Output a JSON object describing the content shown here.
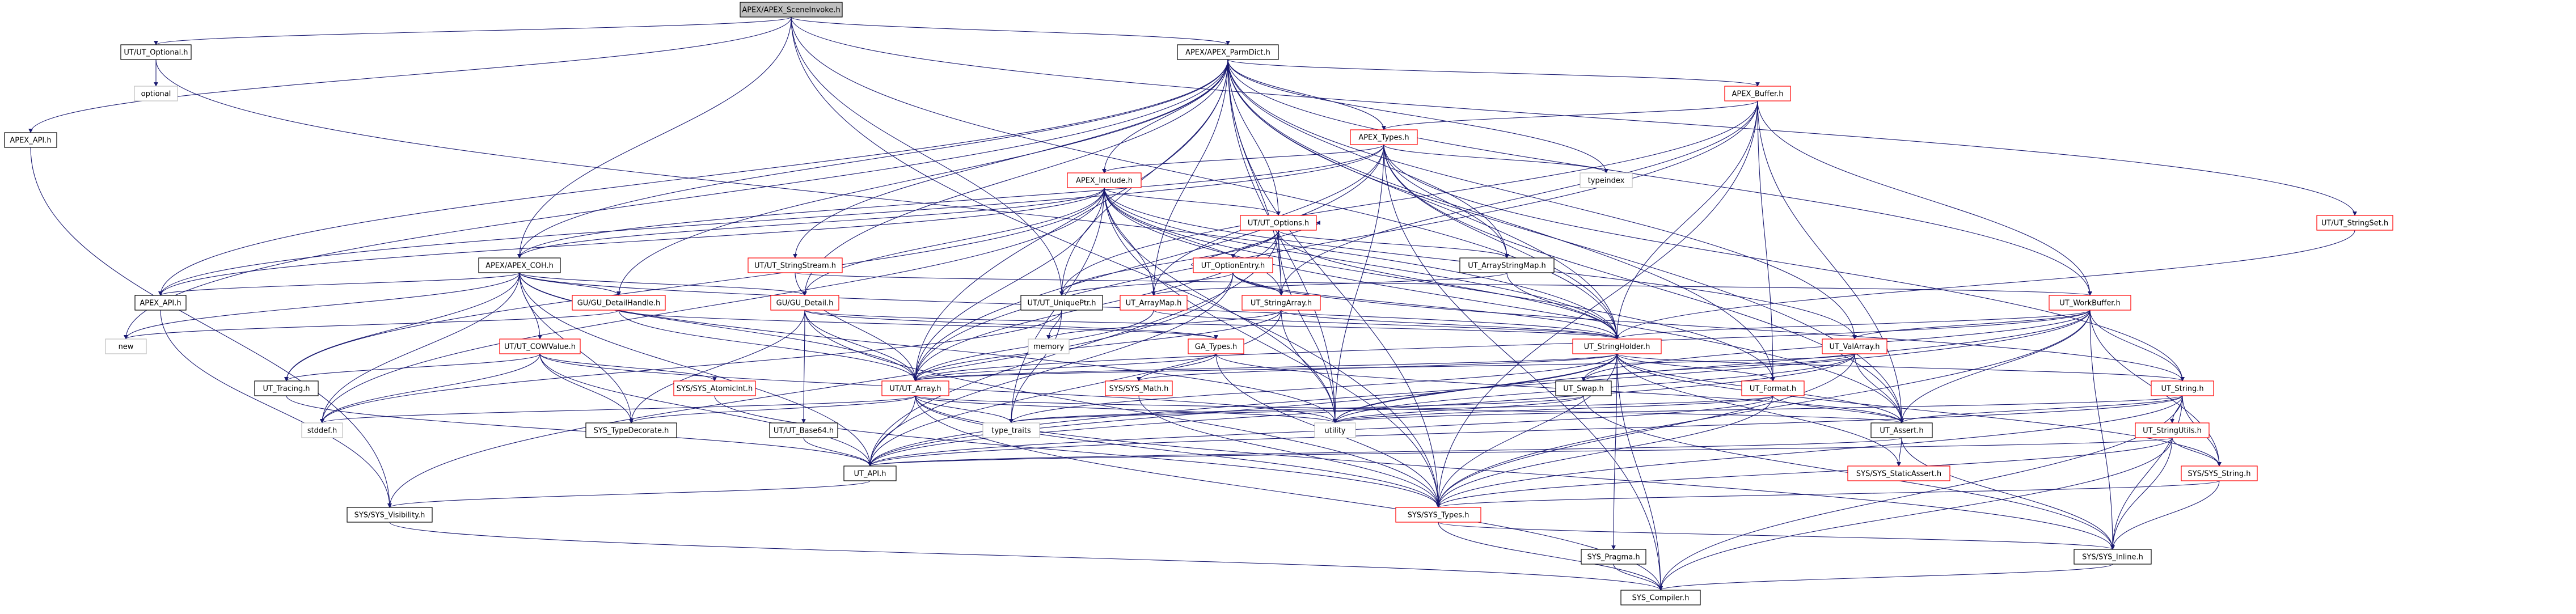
{
  "diagram": {
    "type": "include-dependency-graph",
    "colors": {
      "edge": "#191970",
      "root_fill": "#bfbfbf",
      "node_border_black": "#000000",
      "node_border_red": "#ff0000",
      "node_border_gray": "#bfbfbf",
      "text": "#000000"
    },
    "nodes": [
      {
        "id": "scene",
        "label": "APEX/APEX_SceneInvoke.h",
        "style": "root"
      },
      {
        "id": "apex_api",
        "label": "APEX_API.h",
        "style": "black"
      },
      {
        "id": "ut_optional",
        "label": "UT/UT_Optional.h",
        "style": "black"
      },
      {
        "id": "optional",
        "label": "optional",
        "style": "gray"
      },
      {
        "id": "parmdict",
        "label": "APEX/APEX_ParmDict.h",
        "style": "black"
      },
      {
        "id": "ut_stringset",
        "label": "UT/UT_StringSet.h",
        "style": "red"
      },
      {
        "id": "apex_buffer",
        "label": "APEX_Buffer.h",
        "style": "red"
      },
      {
        "id": "apex_types",
        "label": "APEX_Types.h",
        "style": "red"
      },
      {
        "id": "typeindex",
        "label": "typeindex",
        "style": "gray"
      },
      {
        "id": "apex_include",
        "label": "APEX_Include.h",
        "style": "red"
      },
      {
        "id": "ut_options",
        "label": "UT/UT_Options.h",
        "style": "red"
      },
      {
        "id": "ut_optionentry",
        "label": "UT_OptionEntry.h",
        "style": "red"
      },
      {
        "id": "ut_stringstream",
        "label": "UT/UT_StringStream.h",
        "style": "red"
      },
      {
        "id": "ut_arraystringmap",
        "label": "UT_ArrayStringMap.h",
        "style": "black"
      },
      {
        "id": "apex_coh",
        "label": "APEX/APEX_COH.h",
        "style": "black"
      },
      {
        "id": "apex_api2",
        "label": "APEX_API.h",
        "style": "black"
      },
      {
        "id": "gu_detailhandle",
        "label": "GU/GU_DetailHandle.h",
        "style": "red"
      },
      {
        "id": "gu_detail",
        "label": "GU/GU_Detail.h",
        "style": "red"
      },
      {
        "id": "ut_uniqueptr",
        "label": "UT/UT_UniquePtr.h",
        "style": "black"
      },
      {
        "id": "ut_arraymap",
        "label": "UT_ArrayMap.h",
        "style": "red"
      },
      {
        "id": "ut_stringarray",
        "label": "UT_StringArray.h",
        "style": "red"
      },
      {
        "id": "ut_workbuffer",
        "label": "UT_WorkBuffer.h",
        "style": "red"
      },
      {
        "id": "new",
        "label": "new",
        "style": "gray"
      },
      {
        "id": "memory",
        "label": "memory",
        "style": "gray"
      },
      {
        "id": "ut_cowvalue",
        "label": "UT/UT_COWValue.h",
        "style": "red"
      },
      {
        "id": "ga_types",
        "label": "GA_Types.h",
        "style": "red"
      },
      {
        "id": "ut_stringholder",
        "label": "UT_StringHolder.h",
        "style": "red"
      },
      {
        "id": "ut_valarray",
        "label": "UT_ValArray.h",
        "style": "red"
      },
      {
        "id": "ut_tracing",
        "label": "UT_Tracing.h",
        "style": "black"
      },
      {
        "id": "sys_atomicint",
        "label": "SYS/SYS_AtomicInt.h",
        "style": "red"
      },
      {
        "id": "ut_array",
        "label": "UT/UT_Array.h",
        "style": "red"
      },
      {
        "id": "sys_math",
        "label": "SYS/SYS_Math.h",
        "style": "red"
      },
      {
        "id": "ut_swap",
        "label": "UT_Swap.h",
        "style": "black"
      },
      {
        "id": "ut_format",
        "label": "UT_Format.h",
        "style": "red"
      },
      {
        "id": "ut_string",
        "label": "UT_String.h",
        "style": "red"
      },
      {
        "id": "stddef",
        "label": "stddef.h",
        "style": "gray"
      },
      {
        "id": "sys_typedecorate",
        "label": "SYS_TypeDecorate.h",
        "style": "black"
      },
      {
        "id": "ut_base64",
        "label": "UT/UT_Base64.h",
        "style": "black"
      },
      {
        "id": "type_traits",
        "label": "type_traits",
        "style": "gray"
      },
      {
        "id": "utility",
        "label": "utility",
        "style": "gray"
      },
      {
        "id": "ut_assert",
        "label": "UT_Assert.h",
        "style": "black"
      },
      {
        "id": "ut_stringutils",
        "label": "UT_StringUtils.h",
        "style": "red"
      },
      {
        "id": "ut_api",
        "label": "UT_API.h",
        "style": "black"
      },
      {
        "id": "sys_staticassert",
        "label": "SYS/SYS_StaticAssert.h",
        "style": "red"
      },
      {
        "id": "sys_string",
        "label": "SYS/SYS_String.h",
        "style": "red"
      },
      {
        "id": "sys_visibility",
        "label": "SYS/SYS_Visibility.h",
        "style": "black"
      },
      {
        "id": "sys_types",
        "label": "SYS/SYS_Types.h",
        "style": "red"
      },
      {
        "id": "sys_pragma",
        "label": "SYS_Pragma.h",
        "style": "black"
      },
      {
        "id": "sys_inline",
        "label": "SYS/SYS_Inline.h",
        "style": "black"
      },
      {
        "id": "sys_compiler",
        "label": "SYS_Compiler.h",
        "style": "black"
      }
    ],
    "edges": [
      [
        "scene",
        "apex_api"
      ],
      [
        "scene",
        "ut_optional"
      ],
      [
        "scene",
        "parmdict"
      ],
      [
        "scene",
        "apex_coh"
      ],
      [
        "scene",
        "ut_stringset"
      ],
      [
        "scene",
        "ut_stringholder"
      ],
      [
        "scene",
        "sys_types"
      ],
      [
        "scene",
        "ut_uniqueptr"
      ],
      [
        "ut_optional",
        "optional"
      ],
      [
        "ut_optional",
        "ut_stringholder"
      ],
      [
        "apex_api",
        "sys_visibility"
      ],
      [
        "parmdict",
        "apex_buffer"
      ],
      [
        "parmdict",
        "apex_types"
      ],
      [
        "parmdict",
        "apex_include"
      ],
      [
        "parmdict",
        "ut_options"
      ],
      [
        "parmdict",
        "ut_stringstream"
      ],
      [
        "parmdict",
        "ut_arraystringmap"
      ],
      [
        "parmdict",
        "apex_coh"
      ],
      [
        "parmdict",
        "apex_api2"
      ],
      [
        "parmdict",
        "gu_detailhandle"
      ],
      [
        "parmdict",
        "gu_detail"
      ],
      [
        "parmdict",
        "ut_uniqueptr"
      ],
      [
        "parmdict",
        "ut_arraymap"
      ],
      [
        "parmdict",
        "ut_stringarray"
      ],
      [
        "parmdict",
        "ut_workbuffer"
      ],
      [
        "parmdict",
        "ut_stringholder"
      ],
      [
        "parmdict",
        "ut_valarray"
      ],
      [
        "parmdict",
        "ut_array"
      ],
      [
        "parmdict",
        "ut_assert"
      ],
      [
        "parmdict",
        "typeindex"
      ],
      [
        "parmdict",
        "utility"
      ],
      [
        "parmdict",
        "new"
      ],
      [
        "parmdict",
        "sys_types"
      ],
      [
        "parmdict",
        "ut_format"
      ],
      [
        "ut_stringset",
        "ut_stringholder"
      ],
      [
        "apex_buffer",
        "apex_types"
      ],
      [
        "apex_buffer",
        "ut_workbuffer"
      ],
      [
        "apex_buffer",
        "ut_stringholder"
      ],
      [
        "apex_buffer",
        "ut_array"
      ],
      [
        "apex_buffer",
        "ut_assert"
      ],
      [
        "apex_buffer",
        "sys_types"
      ],
      [
        "apex_buffer",
        "ut_uniqueptr"
      ],
      [
        "apex_buffer",
        "ut_format"
      ],
      [
        "apex_buffer",
        "ut_stringarray"
      ],
      [
        "apex_types",
        "apex_include"
      ],
      [
        "apex_types",
        "typeindex"
      ],
      [
        "apex_types",
        "ut_arraystringmap"
      ],
      [
        "apex_types",
        "ut_stringholder"
      ],
      [
        "apex_types",
        "ut_array"
      ],
      [
        "apex_types",
        "apex_api2"
      ],
      [
        "apex_types",
        "apex_coh"
      ],
      [
        "apex_types",
        "ut_assert"
      ],
      [
        "apex_types",
        "sys_compiler"
      ],
      [
        "apex_types",
        "utility"
      ],
      [
        "apex_types",
        "ut_string"
      ],
      [
        "apex_types",
        "ut_arraymap"
      ],
      [
        "apex_include",
        "ut_options"
      ],
      [
        "apex_include",
        "ut_arraymap"
      ],
      [
        "apex_include",
        "ut_stringarray"
      ],
      [
        "apex_include",
        "ut_stringholder"
      ],
      [
        "apex_include",
        "ut_array"
      ],
      [
        "apex_include",
        "apex_api2"
      ],
      [
        "apex_include",
        "apex_coh"
      ],
      [
        "apex_include",
        "gu_detail"
      ],
      [
        "apex_include",
        "ut_tracing"
      ],
      [
        "apex_include",
        "type_traits"
      ],
      [
        "apex_include",
        "utility"
      ],
      [
        "apex_include",
        "ut_assert"
      ],
      [
        "apex_include",
        "sys_types"
      ],
      [
        "apex_include",
        "ut_valarray"
      ],
      [
        "apex_include",
        "ut_format"
      ],
      [
        "apex_include",
        "stddef"
      ],
      [
        "ut_options",
        "ut_optionentry"
      ],
      [
        "ut_options",
        "ut_stringarray"
      ],
      [
        "ut_options",
        "ut_stringholder"
      ],
      [
        "ut_options",
        "ut_arraystringmap"
      ],
      [
        "ut_options",
        "ut_uniqueptr"
      ],
      [
        "ut_options",
        "ut_api"
      ],
      [
        "ut_options",
        "utility"
      ],
      [
        "ut_options",
        "ut_array"
      ],
      [
        "ut_optionentry",
        "ut_stringholder"
      ],
      [
        "ut_optionentry",
        "ut_uniqueptr"
      ],
      [
        "ut_optionentry",
        "ut_options"
      ],
      [
        "ut_optionentry",
        "ut_stringarray"
      ],
      [
        "ut_optionentry",
        "ut_api"
      ],
      [
        "ut_optionentry",
        "ut_string"
      ],
      [
        "ut_optionentry",
        "sys_visibility"
      ],
      [
        "ut_stringstream",
        "ut_workbuffer"
      ],
      [
        "ut_stringstream",
        "ut_array"
      ],
      [
        "ut_arraystringmap",
        "ut_stringholder"
      ],
      [
        "ut_arraystringmap",
        "ut_arraymap"
      ],
      [
        "apex_coh",
        "apex_api2"
      ],
      [
        "apex_coh",
        "gu_detailhandle"
      ],
      [
        "apex_coh",
        "gu_detail"
      ],
      [
        "apex_coh",
        "ut_cowvalue"
      ],
      [
        "apex_coh",
        "ut_array"
      ],
      [
        "apex_coh",
        "ut_tracing"
      ],
      [
        "apex_coh",
        "ut_api"
      ],
      [
        "apex_coh",
        "stddef"
      ],
      [
        "apex_coh",
        "sys_typedecorate"
      ],
      [
        "apex_coh",
        "ut_stringholder"
      ],
      [
        "apex_coh",
        "utility"
      ],
      [
        "apex_coh",
        "new"
      ],
      [
        "apex_api2",
        "sys_visibility"
      ],
      [
        "gu_detailhandle",
        "ut_array"
      ],
      [
        "gu_detailhandle",
        "ga_types"
      ],
      [
        "gu_detailhandle",
        "new"
      ],
      [
        "gu_detail",
        "ga_types"
      ],
      [
        "gu_detail",
        "ut_array"
      ],
      [
        "gu_detail",
        "ut_base64"
      ],
      [
        "gu_detail",
        "sys_typedecorate"
      ],
      [
        "gu_detail",
        "ut_stringholder"
      ],
      [
        "gu_detail",
        "sys_types"
      ],
      [
        "ut_uniqueptr",
        "memory"
      ],
      [
        "ut_uniqueptr",
        "type_traits"
      ],
      [
        "ut_uniqueptr",
        "stddef"
      ],
      [
        "ut_arraymap",
        "ut_array"
      ],
      [
        "ut_arraymap",
        "ut_stringholder"
      ],
      [
        "ut_stringarray",
        "ut_array"
      ],
      [
        "ut_stringarray",
        "ut_stringholder"
      ],
      [
        "ut_stringarray",
        "ut_api"
      ],
      [
        "ut_stringarray",
        "utility"
      ],
      [
        "ut_stringarray",
        "memory"
      ],
      [
        "ut_workbuffer",
        "ut_stringholder"
      ],
      [
        "ut_workbuffer",
        "ut_string"
      ],
      [
        "ut_workbuffer",
        "ut_assert"
      ],
      [
        "ut_workbuffer",
        "sys_types"
      ],
      [
        "ut_workbuffer",
        "ut_swap"
      ],
      [
        "ut_workbuffer",
        "ut_valarray"
      ],
      [
        "ut_workbuffer",
        "ut_array"
      ],
      [
        "ut_workbuffer",
        "sys_string"
      ],
      [
        "ut_workbuffer",
        "sys_inline"
      ],
      [
        "ut_workbuffer",
        "ut_api"
      ],
      [
        "ut_workbuffer",
        "utility"
      ],
      [
        "ut_cowvalue",
        "sys_atomicint"
      ],
      [
        "ut_cowvalue",
        "ut_tracing"
      ],
      [
        "ut_cowvalue",
        "ut_api"
      ],
      [
        "ut_cowvalue",
        "stddef"
      ],
      [
        "ut_cowvalue",
        "sys_typedecorate"
      ],
      [
        "ut_cowvalue",
        "utility"
      ],
      [
        "ga_types",
        "sys_math"
      ],
      [
        "ga_types",
        "ut_array"
      ],
      [
        "ga_types",
        "ut_assert"
      ],
      [
        "ga_types",
        "sys_types"
      ],
      [
        "ut_stringholder",
        "ut_format"
      ],
      [
        "ut_stringholder",
        "ut_string"
      ],
      [
        "ut_stringholder",
        "ut_swap"
      ],
      [
        "ut_stringholder",
        "ut_assert"
      ],
      [
        "ut_stringholder",
        "sys_types"
      ],
      [
        "ut_stringholder",
        "utility"
      ],
      [
        "ut_stringholder",
        "sys_pragma"
      ],
      [
        "ut_stringholder",
        "sys_compiler"
      ],
      [
        "ut_stringholder",
        "ut_api"
      ],
      [
        "ut_stringholder",
        "sys_staticassert"
      ],
      [
        "ut_stringholder",
        "sys_string"
      ],
      [
        "ut_stringholder",
        "type_traits"
      ],
      [
        "ut_stringholder",
        "ut_array"
      ],
      [
        "ut_stringholder",
        "sys_math"
      ],
      [
        "ut_valarray",
        "ut_array"
      ],
      [
        "ut_valarray",
        "ut_swap"
      ],
      [
        "ut_valarray",
        "ut_assert"
      ],
      [
        "ut_valarray",
        "sys_types"
      ],
      [
        "ut_valarray",
        "ut_api"
      ],
      [
        "ut_valarray",
        "utility"
      ],
      [
        "sys_atomicint",
        "sys_types"
      ],
      [
        "ut_array",
        "ut_assert"
      ],
      [
        "ut_array",
        "ut_api"
      ],
      [
        "ut_array",
        "sys_types"
      ],
      [
        "ut_array",
        "sys_compiler"
      ],
      [
        "ut_array",
        "sys_inline"
      ],
      [
        "ut_array",
        "type_traits"
      ],
      [
        "ut_array",
        "utility"
      ],
      [
        "ut_array",
        "stddef"
      ],
      [
        "ut_array",
        "sys_typedecorate"
      ],
      [
        "sys_math",
        "sys_types"
      ],
      [
        "ut_swap",
        "utility"
      ],
      [
        "ut_swap",
        "type_traits"
      ],
      [
        "ut_swap",
        "sys_inline"
      ],
      [
        "ut_format",
        "ut_assert"
      ],
      [
        "ut_format",
        "sys_types"
      ],
      [
        "ut_format",
        "ut_api"
      ],
      [
        "ut_format",
        "type_traits"
      ],
      [
        "ut_format",
        "utility"
      ],
      [
        "ut_string",
        "ut_assert"
      ],
      [
        "ut_string",
        "ut_stringutils"
      ],
      [
        "ut_string",
        "sys_string"
      ],
      [
        "ut_string",
        "sys_types"
      ],
      [
        "ut_string",
        "ut_api"
      ],
      [
        "ut_string",
        "utility"
      ],
      [
        "ut_string",
        "sys_inline"
      ],
      [
        "ut_string",
        "sys_compiler"
      ],
      [
        "ut_assert",
        "ut_api"
      ],
      [
        "ut_assert",
        "sys_staticassert"
      ],
      [
        "ut_assert",
        "sys_inline"
      ],
      [
        "ut_stringutils",
        "ut_api"
      ],
      [
        "ut_stringutils",
        "sys_types"
      ],
      [
        "ut_stringutils",
        "sys_string"
      ],
      [
        "ut_stringutils",
        "sys_inline"
      ],
      [
        "ut_stringutils",
        "sys_compiler"
      ],
      [
        "ut_api",
        "sys_visibility"
      ],
      [
        "sys_string",
        "sys_types"
      ],
      [
        "sys_string",
        "sys_inline"
      ],
      [
        "sys_visibility",
        "sys_compiler"
      ],
      [
        "sys_types",
        "sys_compiler"
      ],
      [
        "sys_types",
        "sys_inline"
      ],
      [
        "sys_pragma",
        "sys_compiler"
      ],
      [
        "sys_inline",
        "sys_compiler"
      ],
      [
        "ut_base64",
        "ut_api"
      ],
      [
        "ut_tracing",
        "ut_api"
      ]
    ]
  }
}
